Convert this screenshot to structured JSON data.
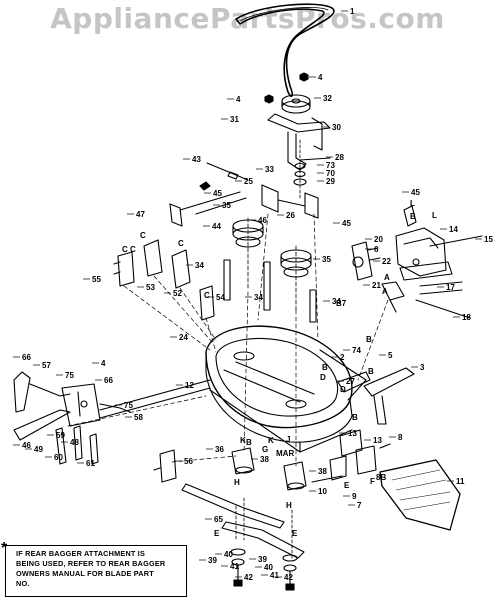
{
  "watermark": "AppliancePartsPros.com",
  "note": {
    "star": "*",
    "lines": [
      "IF REAR BAGGER ATTACHMENT IS",
      "BEING USED, REFER TO REAR BAGGER",
      "OWNERS MANUAL FOR BLADE PART",
      "NO."
    ]
  },
  "callouts": [
    {
      "t": "1"
    },
    {
      "t": "4"
    },
    {
      "t": "4"
    },
    {
      "t": "32"
    },
    {
      "t": "31"
    },
    {
      "t": "30"
    },
    {
      "t": "28"
    },
    {
      "t": "73"
    },
    {
      "t": "70"
    },
    {
      "t": "29"
    },
    {
      "t": "43"
    },
    {
      "t": "33"
    },
    {
      "t": "25"
    },
    {
      "t": "45"
    },
    {
      "t": "47"
    },
    {
      "t": "44"
    },
    {
      "t": "35"
    },
    {
      "t": "46"
    },
    {
      "t": "26"
    },
    {
      "t": "45"
    },
    {
      "t": "20"
    },
    {
      "t": "6"
    },
    {
      "t": "22"
    },
    {
      "t": "35"
    },
    {
      "t": "45"
    },
    {
      "t": "14"
    },
    {
      "t": "15"
    },
    {
      "t": "55"
    },
    {
      "t": "53"
    },
    {
      "t": "52"
    },
    {
      "t": "54"
    },
    {
      "t": "34"
    },
    {
      "t": "34"
    },
    {
      "t": "34"
    },
    {
      "t": "17"
    },
    {
      "t": "21"
    },
    {
      "t": "18"
    },
    {
      "t": "24"
    },
    {
      "t": "66"
    },
    {
      "t": "57"
    },
    {
      "t": "4"
    },
    {
      "t": "75"
    },
    {
      "t": "66"
    },
    {
      "t": "12"
    },
    {
      "t": "5"
    },
    {
      "t": "2"
    },
    {
      "t": "74"
    },
    {
      "t": "27"
    },
    {
      "t": "3"
    },
    {
      "t": "75"
    },
    {
      "t": "58"
    },
    {
      "t": "46"
    },
    {
      "t": "49"
    },
    {
      "t": "48"
    },
    {
      "t": "59"
    },
    {
      "t": "60"
    },
    {
      "t": "61"
    },
    {
      "t": "56"
    },
    {
      "t": "36"
    },
    {
      "t": "38"
    },
    {
      "t": "13"
    },
    {
      "t": "13"
    },
    {
      "t": "8"
    },
    {
      "t": "11"
    },
    {
      "t": "38"
    },
    {
      "t": "10"
    },
    {
      "t": "9"
    },
    {
      "t": "7"
    },
    {
      "t": "65"
    },
    {
      "t": "39"
    },
    {
      "t": "40"
    },
    {
      "t": "41"
    },
    {
      "t": "42"
    },
    {
      "t": "39"
    },
    {
      "t": "40"
    },
    {
      "t": "41"
    },
    {
      "t": "42"
    },
    {
      "t": "MAR"
    },
    {
      "t": "B"
    },
    {
      "t": "B"
    },
    {
      "t": "B"
    },
    {
      "t": "B"
    },
    {
      "t": "B"
    },
    {
      "t": "B"
    },
    {
      "t": "C"
    },
    {
      "t": "C"
    },
    {
      "t": "C"
    },
    {
      "t": "C"
    },
    {
      "t": "C"
    },
    {
      "t": "D"
    },
    {
      "t": "D"
    },
    {
      "t": "E"
    },
    {
      "t": "E"
    },
    {
      "t": "E"
    },
    {
      "t": "H"
    },
    {
      "t": "H"
    },
    {
      "t": "K"
    },
    {
      "t": "K"
    },
    {
      "t": "L"
    },
    {
      "t": "L"
    },
    {
      "t": "A"
    },
    {
      "t": "A"
    },
    {
      "t": "G"
    },
    {
      "t": "F"
    },
    {
      "t": "J"
    },
    {
      "t": "B7"
    },
    {
      "t": "8B"
    }
  ]
}
